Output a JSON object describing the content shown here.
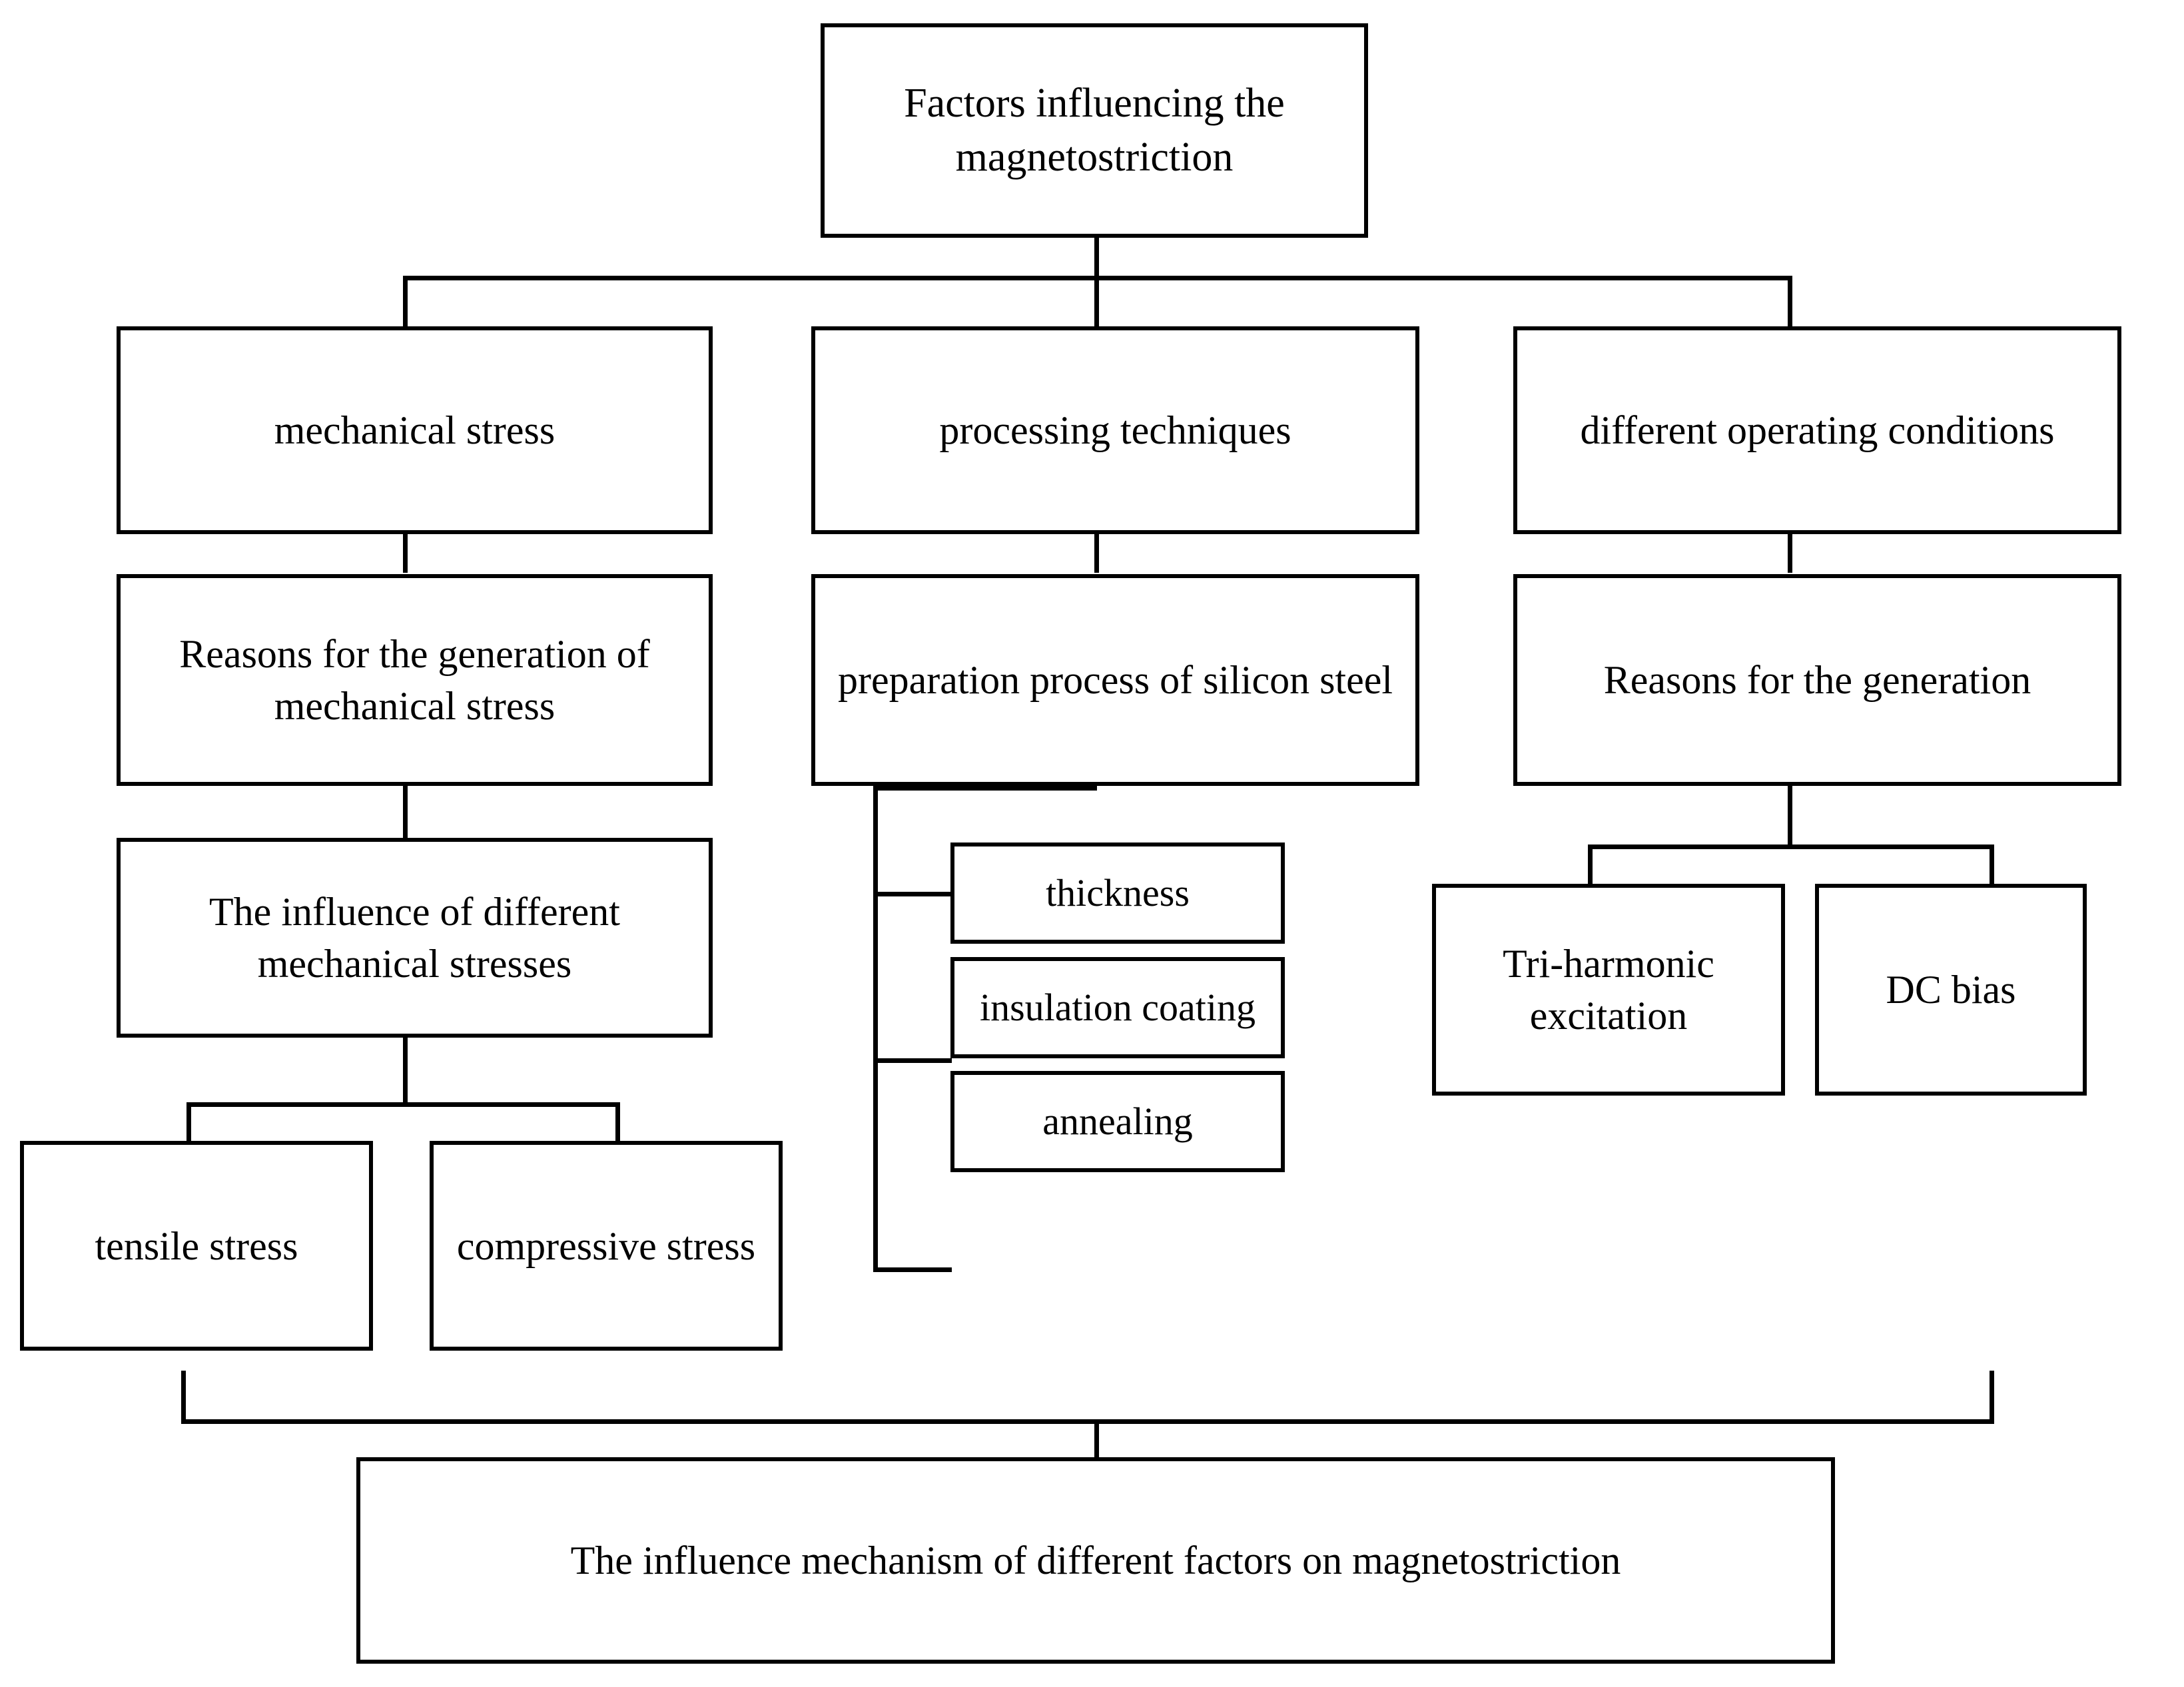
{
  "diagram": {
    "title_node": {
      "id": "factors-influencing-magnetostriction",
      "text": "Factors influencing the magnetostriction"
    },
    "level2": [
      {
        "id": "mechanical-stress",
        "text": "mechanical stress"
      },
      {
        "id": "processing-techniques",
        "text": "processing techniques"
      },
      {
        "id": "different-operating-conditions",
        "text": "different operating conditions"
      }
    ],
    "level3": [
      {
        "id": "reasons-generation-mechanical-stress",
        "text": "Reasons for the generation of mechanical stress"
      },
      {
        "id": "preparation-process-silicon-steel",
        "text": "preparation process of silicon steel"
      },
      {
        "id": "reasons-for-the-generation",
        "text": "Reasons for the generation"
      }
    ],
    "level4": [
      {
        "id": "influence-different-mechanical-stresses",
        "text": "The influence of different mechanical stresses"
      },
      {
        "id": "thickness",
        "text": "thickness"
      },
      {
        "id": "insulation-coating",
        "text": "insulation coating"
      },
      {
        "id": "annealing",
        "text": "annealing"
      },
      {
        "id": "tri-harmonic-excitation",
        "text": "Tri-harmonic excitation"
      },
      {
        "id": "dc-bias",
        "text": "DC bias"
      }
    ],
    "level5": [
      {
        "id": "tensile-stress",
        "text": "tensile stress"
      },
      {
        "id": "compressive-stress",
        "text": "compressive stress"
      }
    ],
    "summary_node": {
      "id": "influence-mechanism-summary",
      "text": "The influence mechanism of different factors on magnetostriction"
    },
    "colors": {
      "stroke": "#000000",
      "fill": "#ffffff",
      "text": "#000000"
    }
  }
}
